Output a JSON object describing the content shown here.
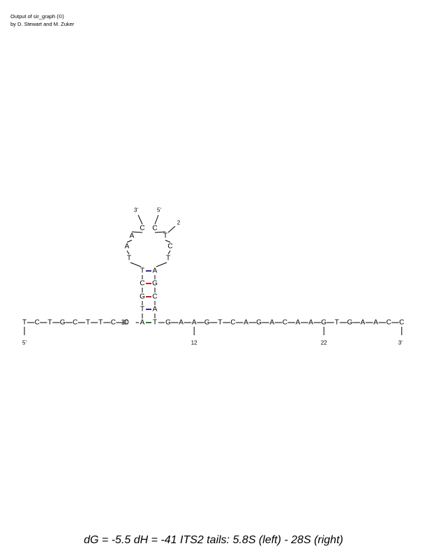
{
  "header": {
    "line1": "Output of sir_graph (©)",
    "line2": "by D. Stewart and M. Zuker"
  },
  "footer": {
    "caption": "dG = -5.5 dH = -41 ITS2 tails: 5.8S (left) - 28S (right)"
  },
  "diagram": {
    "left_tail": [
      "T",
      "C",
      "T",
      "G",
      "C",
      "T",
      "T",
      "C",
      "C"
    ],
    "junction_overlap": "10",
    "stem_bottom_left": "A",
    "stem_bottom_right": "T",
    "right_tail": [
      "G",
      "A",
      "A",
      "G",
      "T",
      "C",
      "A",
      "G",
      "A",
      "C",
      "A",
      "A",
      "G",
      "T",
      "G",
      "A",
      "A",
      "C",
      "C"
    ],
    "stem_left": [
      "T",
      "G",
      "C",
      "T"
    ],
    "stem_right": [
      "A",
      "C",
      "G",
      "A"
    ],
    "loop_left": [
      "T",
      "A",
      "A",
      "C"
    ],
    "loop_right": [
      "C",
      "T",
      "C",
      "T"
    ],
    "pair_colors": [
      "#2b2b9a",
      "#cc1a1a",
      "#cc1a1a",
      "#2b2b9a"
    ],
    "bottom_pair_color": "#1a8a1a",
    "labels": {
      "five_prime": "5'",
      "three_prime": "3'",
      "loop_five_prime": "5'",
      "loop_three_prime": "3'",
      "loop_number": "2",
      "tick_12": "12",
      "tick_22": "22"
    }
  }
}
